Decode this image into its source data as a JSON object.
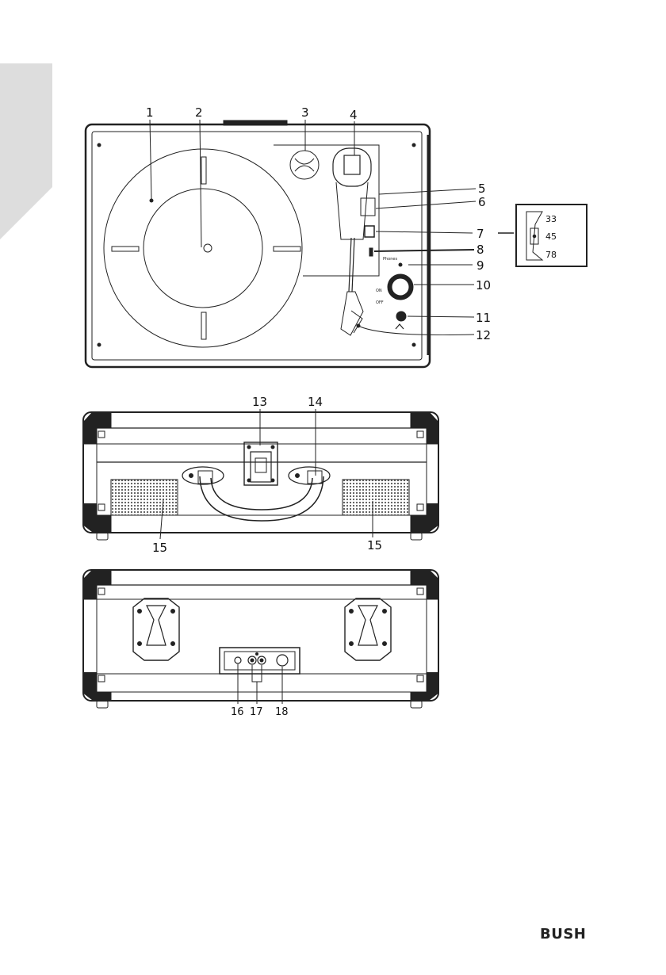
{
  "callouts": {
    "c1": "1",
    "c2": "2",
    "c3": "3",
    "c4": "4",
    "c5": "5",
    "c6": "6",
    "c7": "7",
    "c8": "8",
    "c9": "9",
    "c10": "10",
    "c11": "11",
    "c12": "12",
    "c13": "13",
    "c14": "14",
    "c15a": "15",
    "c15b": "15",
    "c16": "16",
    "c17": "17",
    "c18": "18"
  },
  "speed_selector": {
    "s33": "33",
    "s45": "45",
    "s78": "78"
  },
  "brand": {
    "logo": "BUSH"
  },
  "colors": {
    "line": "#222222",
    "tab": "#dddddd",
    "grille": "#555555"
  }
}
